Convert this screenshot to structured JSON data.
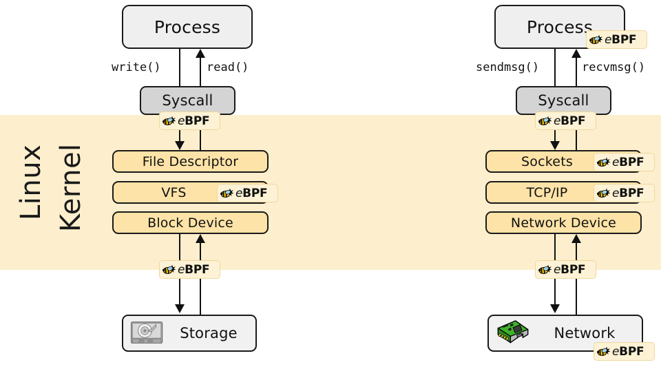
{
  "diagram": {
    "title": "eBPF observability across the Linux kernel I/O and network stacks",
    "kernel_band": {
      "label_line1": "Linux",
      "label_line2": "Kernel",
      "color": "#fdefcd"
    }
  },
  "colors": {
    "kernel_band": "#fdefcd",
    "kernel_box": "#fde3a7",
    "process_box": "#efefef",
    "syscall_box": "#d4d4d4",
    "device_box": "#f1f1f1",
    "badge_bg": "#fdf2d5",
    "badge_border": "#f0d79a",
    "stroke": "#1a1a1a",
    "bee_yellow": "#f5c518",
    "nic_green": "#3fb22a"
  },
  "left_stack": {
    "name": "storage-io-path",
    "process": {
      "label": "Process"
    },
    "syscall": {
      "label": "Syscall"
    },
    "call_down": {
      "label": "write()"
    },
    "call_up": {
      "label": "read()"
    },
    "layers": [
      {
        "label": "File Descriptor",
        "badge": false
      },
      {
        "label": "VFS",
        "badge": true
      },
      {
        "label": "Block Device",
        "badge": false
      }
    ],
    "device": {
      "label": "Storage",
      "icon": "hard-disk-icon"
    },
    "badges": [
      {
        "name": "ebpf-badge-syscall-left",
        "text": "eBPF"
      },
      {
        "name": "ebpf-badge-vfs",
        "text": "eBPF"
      },
      {
        "name": "ebpf-badge-block-device",
        "text": "eBPF"
      }
    ]
  },
  "right_stack": {
    "name": "network-io-path",
    "process": {
      "label": "Process"
    },
    "syscall": {
      "label": "Syscall"
    },
    "call_down": {
      "label": "sendmsg()"
    },
    "call_up": {
      "label": "recvmsg()"
    },
    "layers": [
      {
        "label": "Sockets",
        "badge": true
      },
      {
        "label": "TCP/IP",
        "badge": true
      },
      {
        "label": "Network Device",
        "badge": false
      }
    ],
    "device": {
      "label": "Network",
      "icon": "network-card-icon"
    },
    "badges": [
      {
        "name": "ebpf-badge-process-right",
        "text": "eBPF"
      },
      {
        "name": "ebpf-badge-syscall-right",
        "text": "eBPF"
      },
      {
        "name": "ebpf-badge-sockets",
        "text": "eBPF"
      },
      {
        "name": "ebpf-badge-tcpip",
        "text": "eBPF"
      },
      {
        "name": "ebpf-badge-network-device",
        "text": "eBPF"
      },
      {
        "name": "ebpf-badge-network",
        "text": "eBPF"
      }
    ]
  },
  "badge_text": {
    "prefix": "e",
    "suffix": "BPF"
  }
}
